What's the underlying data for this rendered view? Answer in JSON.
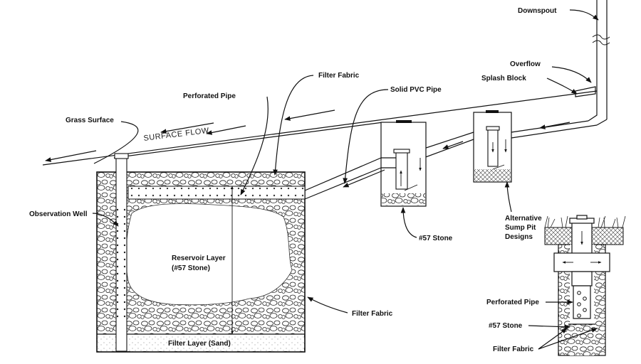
{
  "labels": {
    "downspout": "Downspout",
    "overflow": "Overflow",
    "splash_block": "Splash Block",
    "filter_fabric_top": "Filter Fabric",
    "solid_pvc_pipe": "Solid PVC Pipe",
    "perforated_pipe_top": "Perforated Pipe",
    "grass_surface": "Grass Surface",
    "surface_flow": "SURFACE FLOW",
    "observation_well": "Observation Well",
    "reservoir_line1": "Reservoir Layer",
    "reservoir_line2": "(#57 Stone)",
    "filter_fabric_right": "Filter Fabric",
    "filter_layer": "Filter Layer (Sand)",
    "stone_57": "#57 Stone",
    "alt_sump_line1": "Alternative",
    "alt_sump_line2": "Sump Pit",
    "alt_sump_line3": "Designs",
    "perforated_pipe_detail": "Perforated Pipe",
    "stone_57_detail": "#57 Stone",
    "filter_fabric_detail": "Filter Fabric"
  }
}
